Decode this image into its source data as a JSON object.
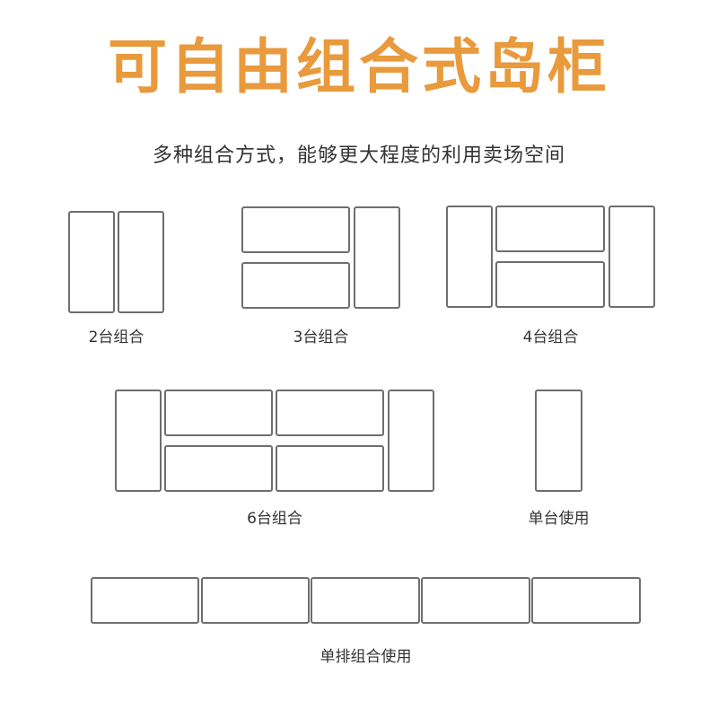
{
  "header": {
    "title": "可自由组合式岛柜",
    "subtitle": "多种组合方式，能够更大程度的利用卖场空间"
  },
  "colors": {
    "title": "#e89a3c",
    "text": "#333333",
    "outline": "#6e6e6e"
  },
  "groups": {
    "two": {
      "label": "2台组合"
    },
    "three": {
      "label": "3台组合"
    },
    "four": {
      "label": "4台组合"
    },
    "six": {
      "label": "6台组合"
    },
    "single": {
      "label": "单台使用"
    },
    "row": {
      "label": "单排组合使用"
    }
  }
}
